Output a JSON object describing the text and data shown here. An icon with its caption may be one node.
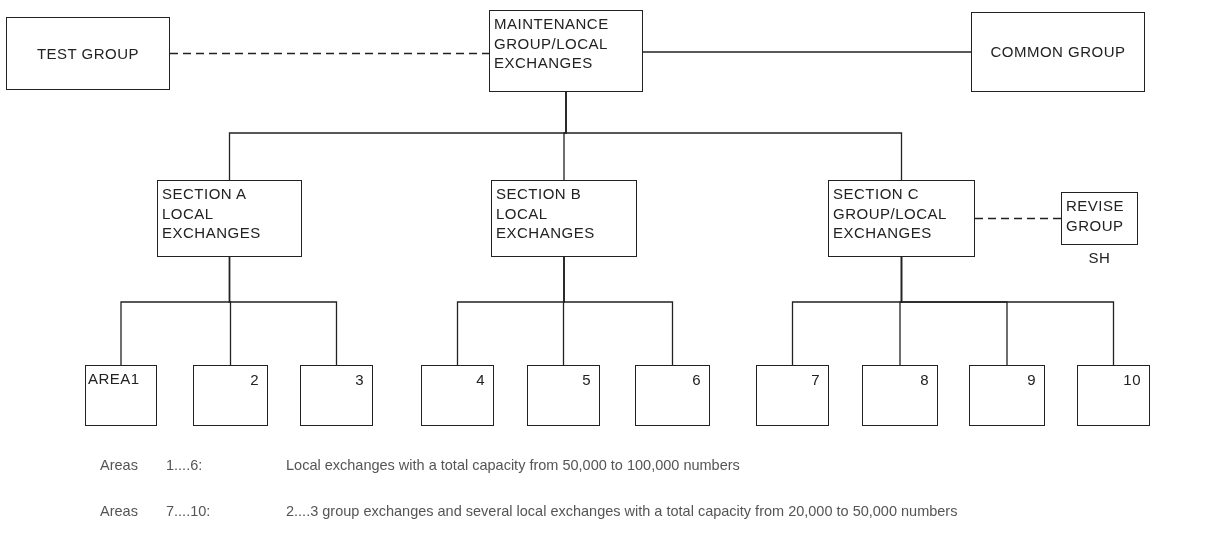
{
  "diagram": {
    "nodes": [
      {
        "text": [
          "TEST GROUP"
        ]
      },
      {
        "text": [
          "MAINTENANCE GROUP/LOCAL EXCHANGES"
        ]
      },
      {
        "text": [
          "COMMON GROUP"
        ]
      },
      {
        "text": [
          "SECTION A LOCAL EXCHANGES"
        ]
      },
      {
        "text": [
          "SECTION B LOCAL EXCHANGES"
        ]
      },
      {
        "text": [
          "SECTION C GROUP/LOCAL EXCHANGES"
        ]
      },
      {
        "text": [
          "REVISE GROUP"
        ],
        "beside": [
          "SH"
        ]
      },
      {
        "text": [
          "AREA1"
        ]
      },
      {
        "text": [
          "2"
        ]
      },
      {
        "text": [
          "3"
        ]
      },
      {
        "text": [
          "4"
        ]
      },
      {
        "text": [
          "5"
        ]
      },
      {
        "text": [
          "6"
        ]
      },
      {
        "text": [
          "7"
        ]
      },
      {
        "text": [
          "8"
        ]
      },
      {
        "text": [
          "9"
        ]
      },
      {
        "text": [
          "10"
        ]
      }
    ],
    "edges": [
      {
        "from": 0,
        "to": 1,
        "arrow": "none",
        "style": "dashed"
      },
      {
        "from": 1,
        "to": 2,
        "arrow": "none"
      },
      {
        "from": 1,
        "to": 3,
        "arrow": "none"
      },
      {
        "from": 1,
        "to": 4,
        "arrow": "none"
      },
      {
        "from": 1,
        "to": 5,
        "arrow": "none"
      },
      {
        "from": 5,
        "to": 6,
        "arrow": "none",
        "style": "dashed"
      },
      {
        "from": 3,
        "to": 7,
        "arrow": "none"
      },
      {
        "from": 3,
        "to": 8,
        "arrow": "none"
      },
      {
        "from": 3,
        "to": 9,
        "arrow": "none"
      },
      {
        "from": 4,
        "to": 10,
        "arrow": "none"
      },
      {
        "from": 4,
        "to": 11,
        "arrow": "none"
      },
      {
        "from": 4,
        "to": 12,
        "arrow": "none"
      },
      {
        "from": 5,
        "to": 13,
        "arrow": "none"
      },
      {
        "from": 5,
        "to": 14,
        "arrow": "none"
      },
      {
        "from": 5,
        "to": 15,
        "arrow": "none"
      },
      {
        "from": 5,
        "to": 16,
        "arrow": "none"
      }
    ],
    "labels": [
      "Areas",
      "1....6:",
      "Local exchanges with a total capacity from 50,000 to 100,000 numbers",
      "Areas",
      "7....10:",
      "2....3 group exchanges and several local exchanges with a total capacity from 20,000 to 50,000 numbers"
    ]
  }
}
